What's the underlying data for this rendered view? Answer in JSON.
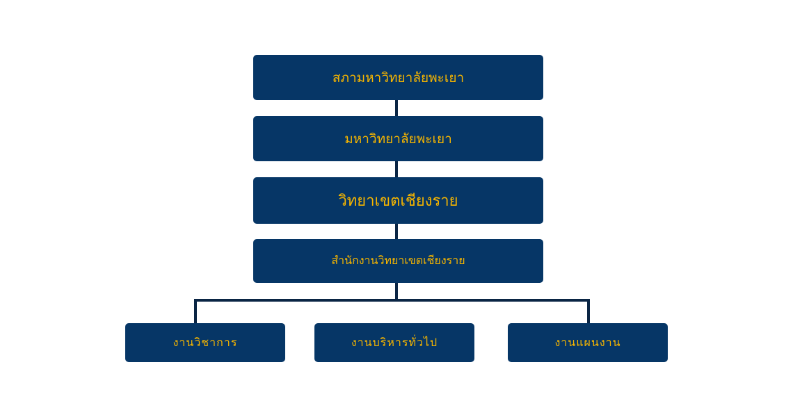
{
  "colors": {
    "node_fill": "#063666",
    "node_text": "#f4b400",
    "connector": "#0a2544"
  },
  "nodes": {
    "council": "สภามหาวิทยาลัยพะเยา",
    "university": "มหาวิทยาลัยพะเยา",
    "campus": "วิทยาเขตเชียงราย",
    "office": "สำนักงานวิทยาเขตเชียงราย"
  },
  "units": {
    "academic": "งานวิชาการ",
    "general_admin": "งานบริหารทั่วไป",
    "planning": "งานแผนงาน"
  }
}
